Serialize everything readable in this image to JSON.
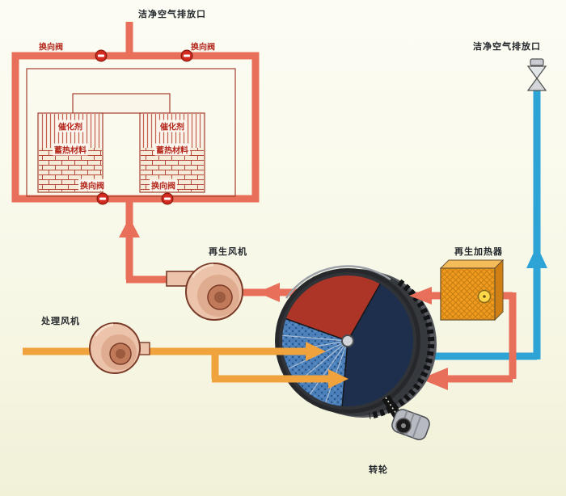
{
  "diagram": {
    "rto": {
      "outlet_label": "洁净空气排放口",
      "valve_top_left": "换向阀",
      "valve_top_right": "换向阀",
      "towers": [
        {
          "catalyst": "催化剂",
          "storage": "蓄热材料",
          "valve": "换向阀"
        },
        {
          "catalyst": "催化剂",
          "storage": "蓄热材料",
          "valve": "换向阀"
        }
      ]
    },
    "right_stack": {
      "outlet_label": "洁净空气排放口"
    },
    "regen_fan_label": "再生风机",
    "process_fan_label": "处理风机",
    "heater_label": "再生加热器",
    "rotor_label": "转轮"
  },
  "icons": {
    "reversing_valve_icon": "red circular valve marker with white bar",
    "exhaust_valve_icon": "gray stack relief valve",
    "flow_arrow_icon": "triangular flow arrowhead"
  },
  "colors": {
    "background": "#f8f8e8",
    "rto_pipe_salmon": "#e8705a",
    "process_pipe_orange": "#f0a23c",
    "clean_air_pipe_blue": "#2ea3d6",
    "heater_orange": "#f09b1e",
    "fan_tan": "#ecc3ab",
    "wheel_sector_red": "#ad3528",
    "wheel_sector_navy": "#1d2f4d",
    "wheel_sector_blue": "#4c80bb",
    "valve_red": "#d42a20",
    "outline_dark_red": "#a5402e"
  }
}
